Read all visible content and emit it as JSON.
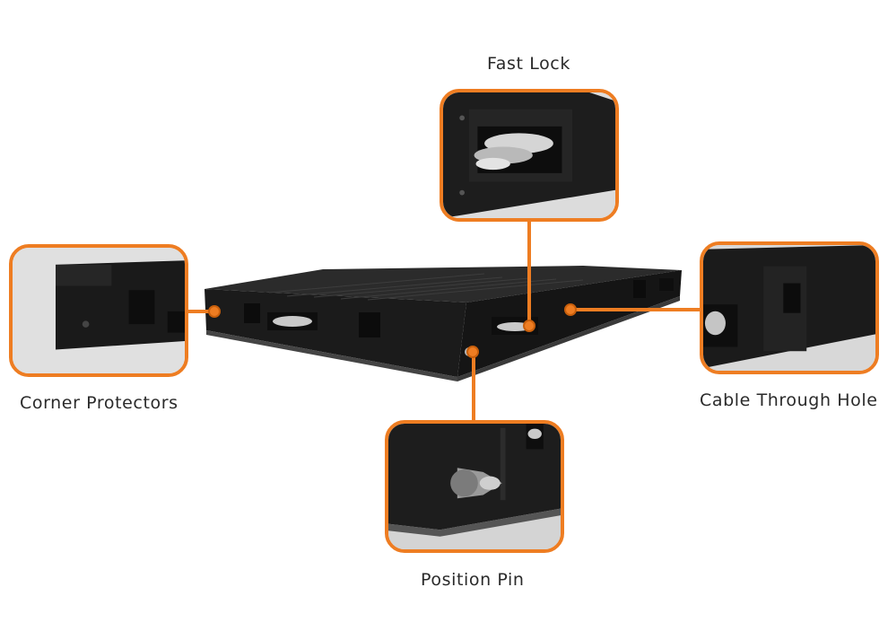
{
  "callouts": {
    "fast_lock": {
      "label": "Fast Lock"
    },
    "corner_protectors": {
      "label": "Corner Protectors"
    },
    "cable_through_hole": {
      "label": "Cable Through Hole"
    },
    "position_pin": {
      "label": "Position Pin"
    }
  },
  "colors": {
    "accent": "#ee7d22",
    "panel": "#1e1e1e",
    "background": "#ffffff"
  }
}
